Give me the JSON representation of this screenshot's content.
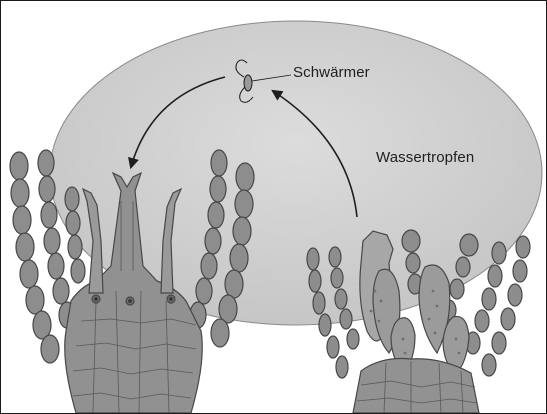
{
  "labels": {
    "schwaermer": "Schwärmer",
    "wassertropfen": "Wassertropfen"
  },
  "parts": [
    "water-drop",
    "swimming-sperm",
    "dispersal-arrow",
    "female-archegonia-cluster",
    "male-antheridia-cluster",
    "paraphyses"
  ],
  "colors": {
    "drop_fill": "#d2d2d2",
    "cell_fill": "#8d8d8d",
    "cell_light": "#aaaaaa",
    "cell_stroke": "#474747",
    "outline": "#1a1a1a",
    "arrow": "#1e1e1e"
  }
}
